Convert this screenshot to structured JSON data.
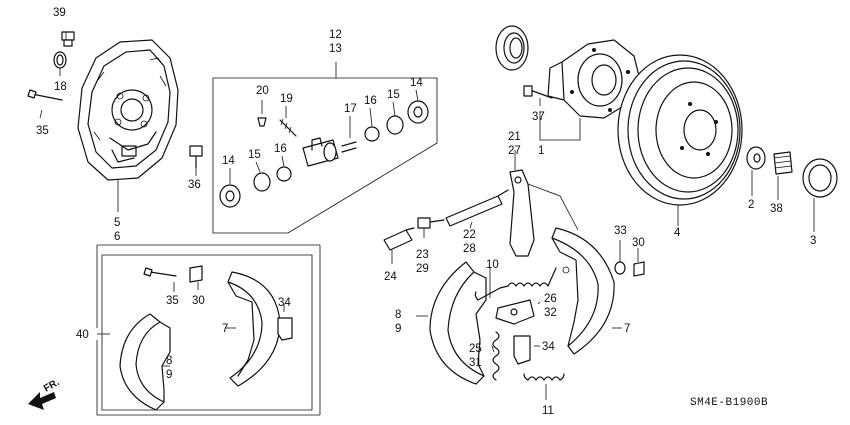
{
  "diagram_code": "SM4E-B1900B",
  "direction_label": "FR.",
  "callouts": {
    "c39": "39",
    "c18": "18",
    "c35a": "35",
    "c5": "5",
    "c6": "6",
    "c36": "36",
    "c12": "12",
    "c13": "13",
    "c20": "20",
    "c19": "19",
    "c17": "17",
    "c16a": "16",
    "c15a": "15",
    "c14a": "14",
    "c14b": "14",
    "c15b": "15",
    "c16b": "16",
    "c37": "37",
    "c1": "1",
    "c21": "21",
    "c27": "27",
    "c4": "4",
    "c2": "2",
    "c38": "38",
    "c3": "3",
    "c22": "22",
    "c28": "28",
    "c23": "23",
    "c29": "29",
    "c24": "24",
    "c10": "10",
    "c26": "26",
    "c32": "32",
    "c8a": "8",
    "c9a": "9",
    "c7a": "7",
    "c33": "33",
    "c30a": "30",
    "c25": "25",
    "c31": "31",
    "c34a": "34",
    "c11": "11",
    "c40": "40",
    "c35b": "35",
    "c30b": "30",
    "c34b": "34",
    "c7b": "7",
    "c8b": "8",
    "c9b": "9"
  }
}
